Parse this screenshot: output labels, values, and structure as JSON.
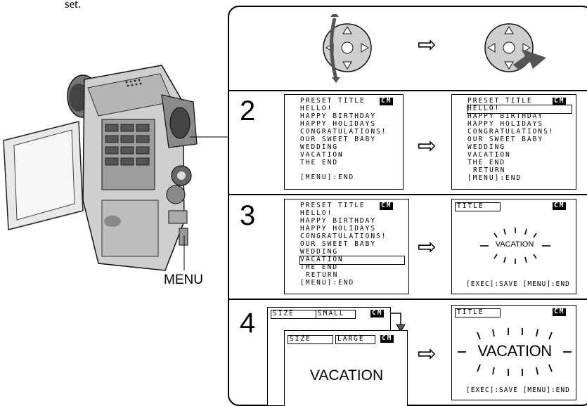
{
  "intro_fragment": "set.",
  "callout_label": "MENU",
  "arrow_symbol": "⇨",
  "steps": [
    {
      "num": "2"
    },
    {
      "num": "3"
    },
    {
      "num": "4"
    }
  ],
  "preset_menu": {
    "header": "PRESET TITLE",
    "items": [
      "HELLO!",
      "HAPPY BIRTHDAY",
      "HAPPY HOLIDAYS",
      "CONGRATULATIONS!",
      "OUR SWEET BABY",
      "WEDDING",
      "VACATION",
      "THE END"
    ],
    "return": "RETURN",
    "footer": "[MENU]:END",
    "tape_badge": "CM"
  },
  "title_screen": {
    "tab": "TITLE",
    "text": "VACATION",
    "footer": "[EXEC]:SAVE [MENU]:END"
  },
  "size_screen": {
    "label": "SIZE",
    "value_small": "SMALL",
    "value_large": "LARGE",
    "text": "VACATION"
  }
}
